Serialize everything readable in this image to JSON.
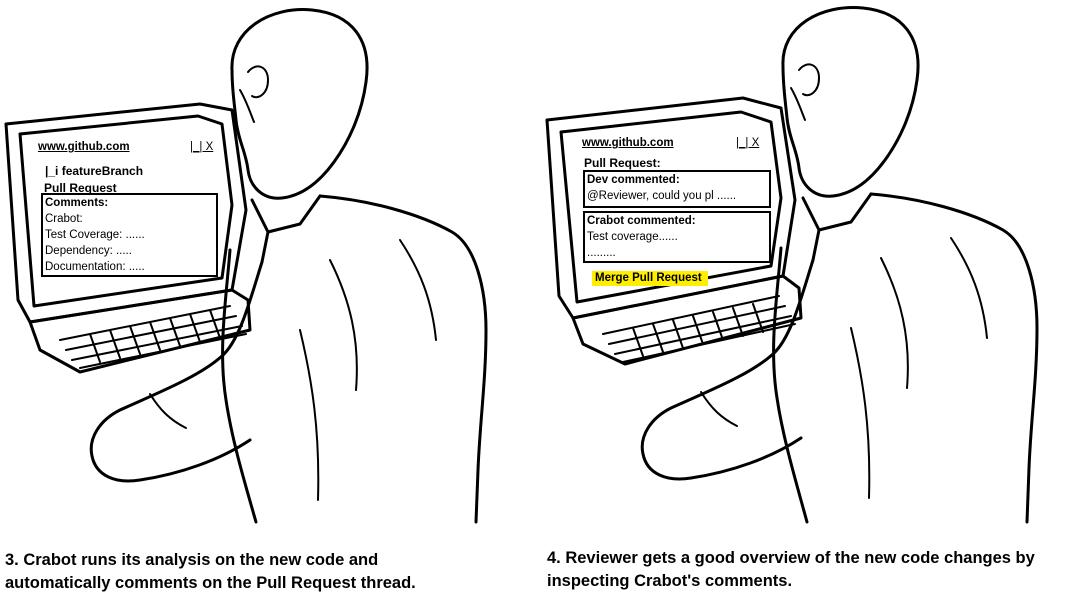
{
  "panel3": {
    "browser": {
      "url": "www.github.com",
      "window_controls": "|_| X"
    },
    "branch_label": "|_i featureBranch",
    "pull_request_label": "Pull Request",
    "comments_box": {
      "title": "Comments:",
      "lines": [
        "Crabot:",
        "Test Coverage: ......",
        "Dependency: .....",
        "Documentation: ....."
      ]
    },
    "caption_line1": "3. Crabot runs its analysis on the new code and",
    "caption_line2": "automatically comments on the Pull Request thread."
  },
  "panel4": {
    "browser": {
      "url": "www.github.com",
      "window_controls": "|_| X"
    },
    "pull_request_label": "Pull Request:",
    "dev_comment": {
      "title": "Dev commented:",
      "text": "@Reviewer, could you pl ......"
    },
    "crabot_comment": {
      "title": "Crabot commented:",
      "line1": "Test coverage......",
      "line2": "........."
    },
    "merge_button": "Merge Pull Request",
    "caption_line1": "4. Reviewer gets a good overview of the new code changes by",
    "caption_line2": "inspecting Crabot's comments."
  },
  "colors": {
    "merge_highlight": "#ffee00",
    "ink": "#000000",
    "paper": "#ffffff"
  }
}
